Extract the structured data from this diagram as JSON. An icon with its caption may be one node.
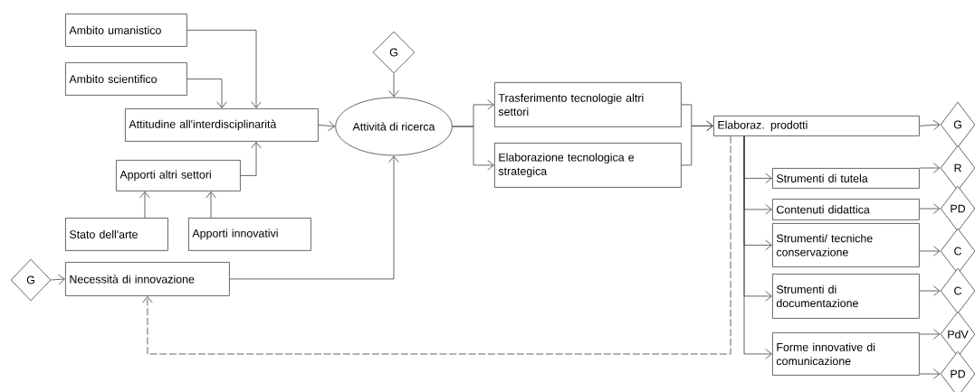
{
  "diagram": {
    "nodes": [
      {
        "text": [
          "Ambito umanistico"
        ]
      },
      {
        "text": [
          "Ambito scientifico"
        ]
      },
      {
        "text": [
          "Attitudine all'interdisciplinarità"
        ]
      },
      {
        "text": [
          "G"
        ]
      },
      {
        "text": [
          "Attività di ricerca"
        ]
      },
      {
        "text": [
          "Apporti altri settori"
        ]
      },
      {
        "text": [
          "Stato dell'arte"
        ]
      },
      {
        "text": [
          "Apporti innovativi"
        ]
      },
      {
        "text": [
          "G"
        ]
      },
      {
        "text": [
          "Necessità di innovazione"
        ]
      },
      {
        "text": [
          "Trasferimento tecnologie altri settori"
        ]
      },
      {
        "text": [
          "Elaborazione tecnologica e strategica"
        ]
      },
      {
        "text": [
          "Elaboraz. prodotti"
        ]
      },
      {
        "text": [
          "G"
        ]
      },
      {
        "text": [
          "Strumenti di tutela"
        ]
      },
      {
        "text": [
          "R"
        ]
      },
      {
        "text": [
          "Contenuti didattica"
        ]
      },
      {
        "text": [
          "PD"
        ]
      },
      {
        "text": [
          "Strumenti/ tecniche conservazione"
        ]
      },
      {
        "text": [
          "C"
        ]
      },
      {
        "text": [
          "Strumenti di documentazione"
        ]
      },
      {
        "text": [
          "C"
        ]
      },
      {
        "text": [
          "Forme innovative di comunicazione"
        ]
      },
      {
        "text": [
          "PdV"
        ]
      },
      {
        "text": [
          "PD"
        ]
      }
    ],
    "edges": [
      {
        "from": 0,
        "to": 2,
        "arrow": "to"
      },
      {
        "from": 1,
        "to": 2,
        "arrow": "to"
      },
      {
        "from": 2,
        "to": 4,
        "arrow": "to"
      },
      {
        "from": 3,
        "to": 4,
        "arrow": "to"
      },
      {
        "from": 5,
        "to": 2,
        "arrow": "to"
      },
      {
        "from": 6,
        "to": 5,
        "arrow": "to"
      },
      {
        "from": 7,
        "to": 5,
        "arrow": "to"
      },
      {
        "from": 8,
        "to": 9,
        "arrow": "to"
      },
      {
        "from": 9,
        "to": 4,
        "arrow": "to"
      },
      {
        "from": 4,
        "to": 10,
        "arrow": "to"
      },
      {
        "from": 4,
        "to": 11,
        "arrow": "to"
      },
      {
        "from": 10,
        "to": 12,
        "arrow": "to"
      },
      {
        "from": 11,
        "to": 12,
        "arrow": "to"
      },
      {
        "from": 12,
        "to": 13,
        "arrow": "to"
      },
      {
        "from": 12,
        "to": 14,
        "arrow": "to"
      },
      {
        "from": 12,
        "to": 16,
        "arrow": "to"
      },
      {
        "from": 12,
        "to": 18,
        "arrow": "to"
      },
      {
        "from": 12,
        "to": 20,
        "arrow": "to"
      },
      {
        "from": 12,
        "to": 22,
        "arrow": "to"
      },
      {
        "from": 14,
        "to": 15,
        "arrow": "to"
      },
      {
        "from": 16,
        "to": 17,
        "arrow": "to"
      },
      {
        "from": 18,
        "to": 19,
        "arrow": "to"
      },
      {
        "from": 20,
        "to": 21,
        "arrow": "to"
      },
      {
        "from": 22,
        "to": 23,
        "arrow": "to"
      },
      {
        "from": 22,
        "to": 24,
        "arrow": "to"
      },
      {
        "from": 12,
        "to": 9,
        "arrow": "to",
        "style": "dashed"
      }
    ]
  }
}
